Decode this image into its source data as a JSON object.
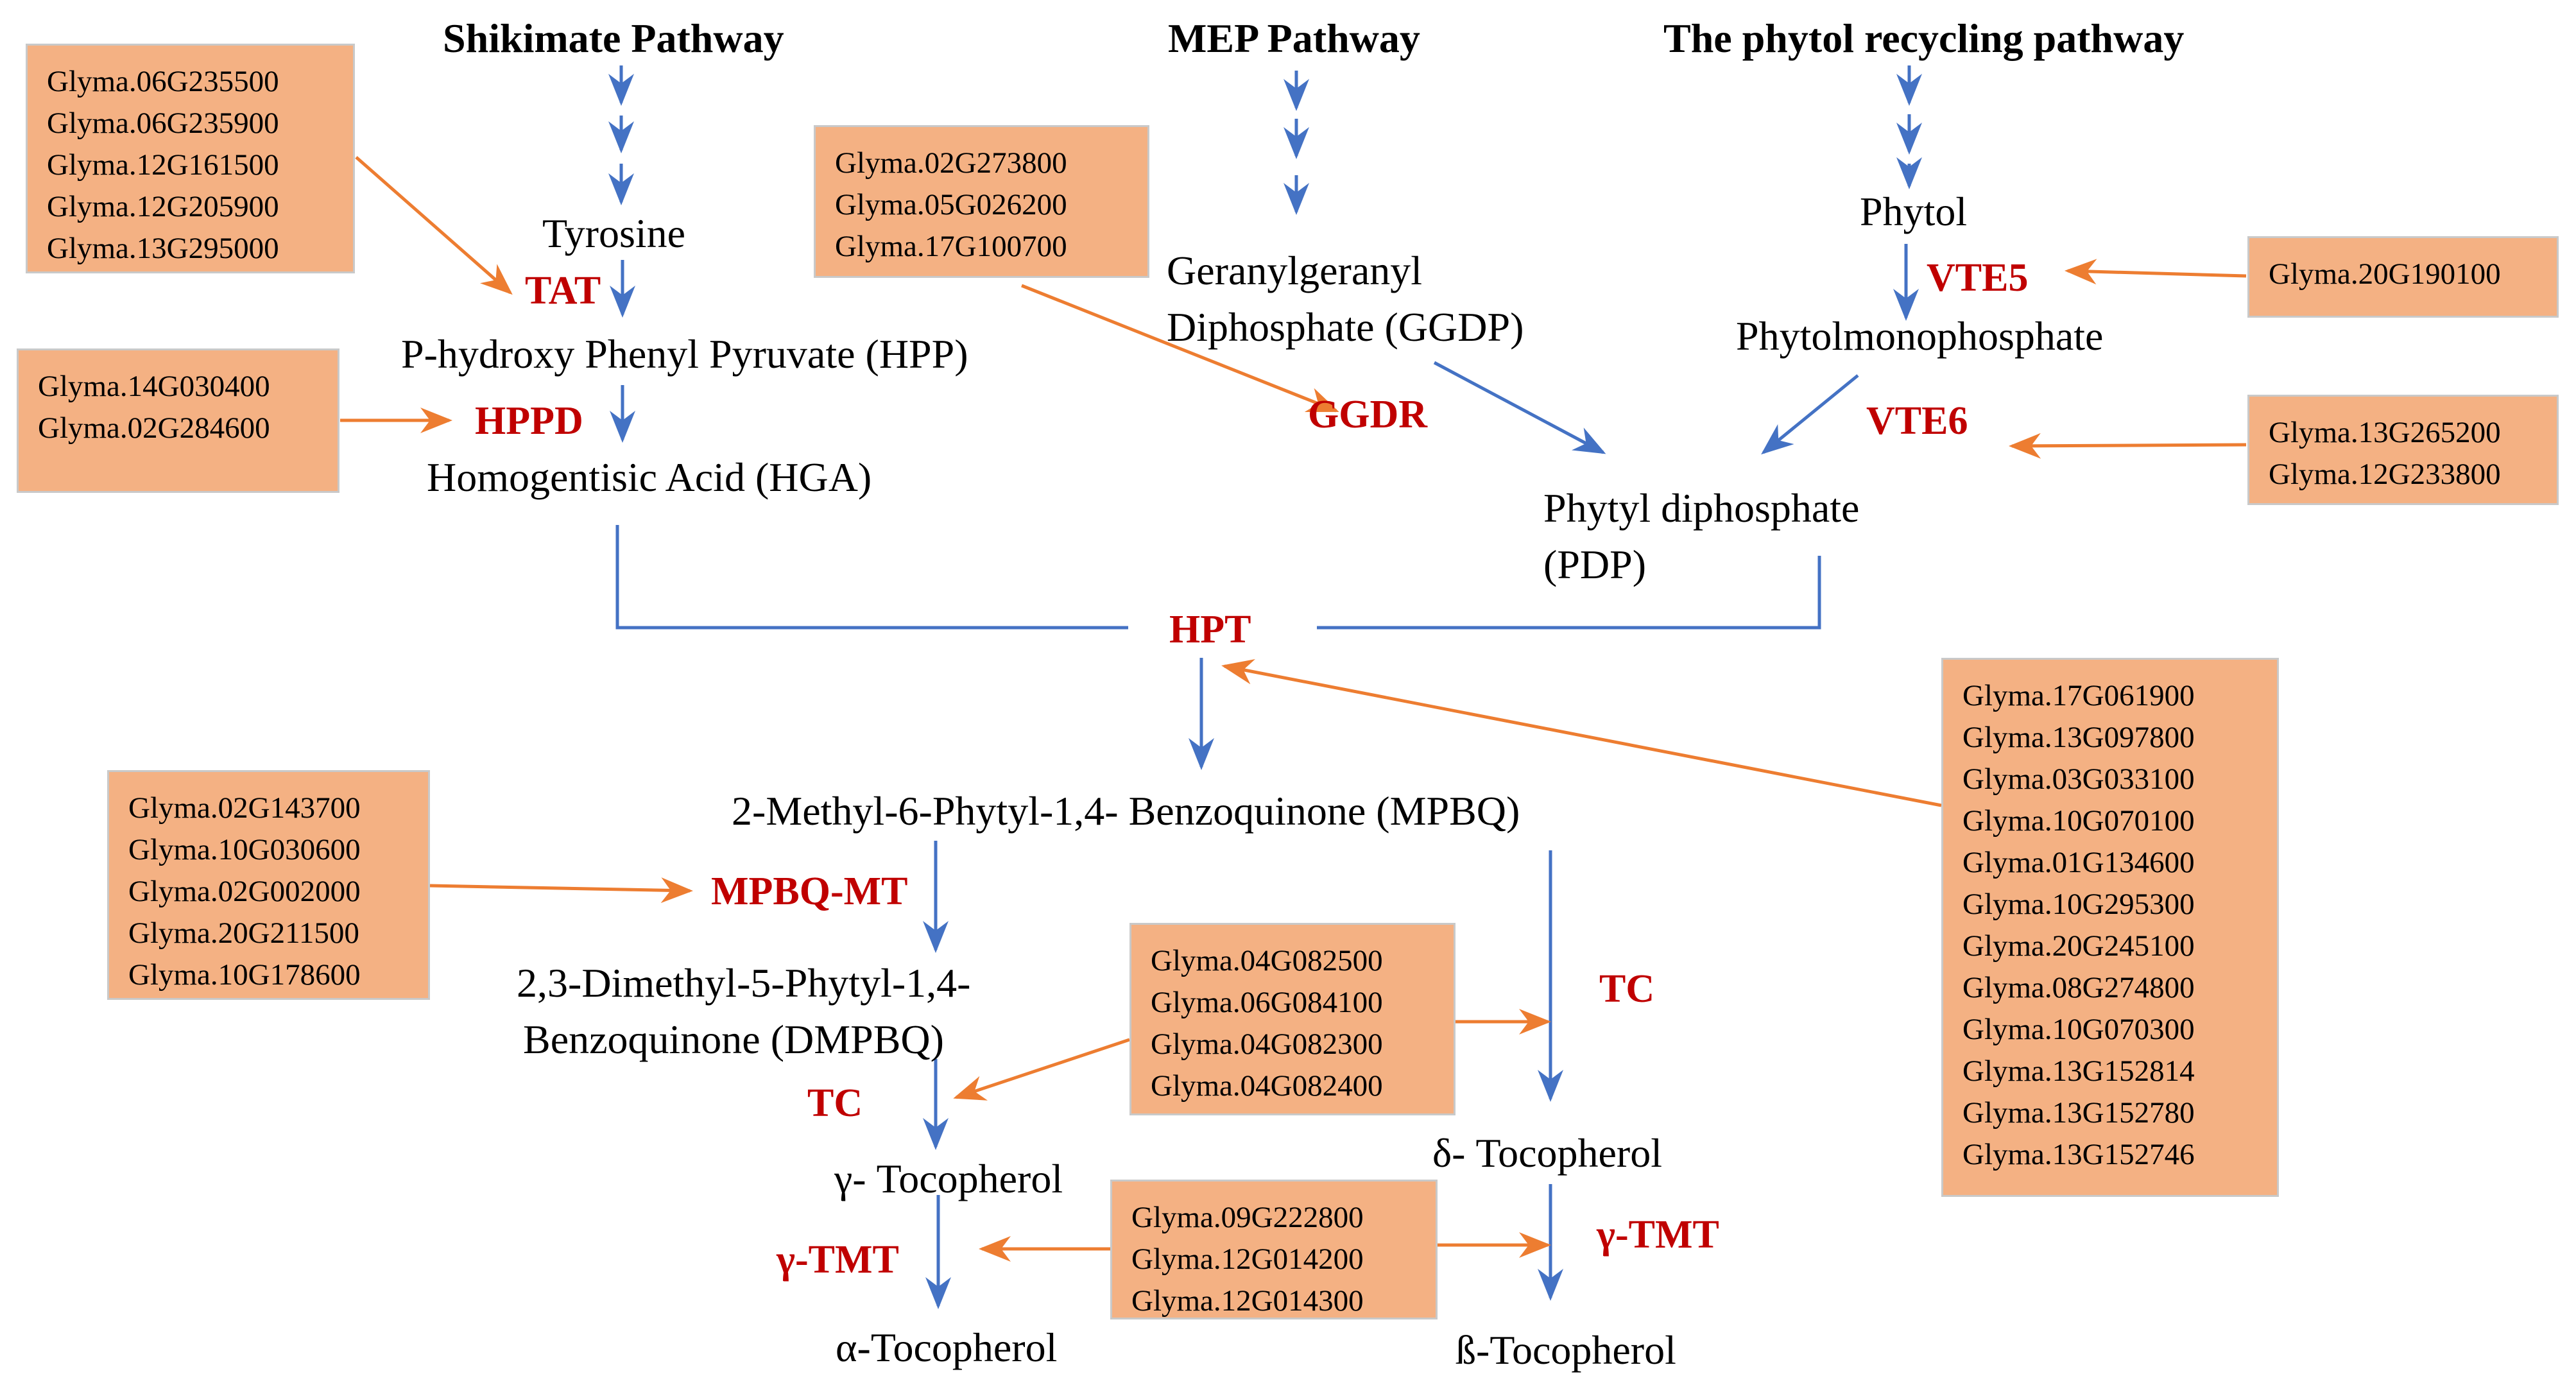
{
  "colors": {
    "enzyme": "#C00000",
    "flow_arrow": "#4472C4",
    "gene_arrow": "#ED7D31",
    "gene_box_fill": "#F4B183",
    "gene_box_border": "#C9C9C9"
  },
  "pathways": {
    "shikimate": "Shikimate Pathway",
    "mep": "MEP Pathway",
    "phytol": "The phytol recycling pathway"
  },
  "metabolites": {
    "tyrosine": "Tyrosine",
    "hpp": "P-hydroxy Phenyl Pyruvate (HPP)",
    "hga": "Homogentisic Acid (HGA)",
    "ggdp_1": "Geranylgeranyl",
    "ggdp_2": "Diphosphate (GGDP)",
    "phytol": "Phytol",
    "phytol_mp": "Phytolmonophosphate",
    "pdp_1": "Phytyl diphosphate",
    "pdp_2": "(PDP)",
    "mpbq": "2-Methyl-6-Phytyl-1,4- Benzoquinone (MPBQ)",
    "dmpbq_1": "2,3-Dimethyl-5-Phytyl-1,4-",
    "dmpbq_2": "Benzoquinone (DMPBQ)",
    "gamma_toc": "γ- Tocopherol",
    "delta_toc": "δ- Tocopherol",
    "alpha_toc": "α-Tocopherol",
    "beta_toc": "ß-Tocopherol"
  },
  "enzymes": {
    "tat": "TAT",
    "hppd": "HPPD",
    "ggdr": "GGDR",
    "vte5": "VTE5",
    "vte6": "VTE6",
    "hpt": "HPT",
    "mpbq_mt": "MPBQ-MT",
    "tc_left": "TC",
    "tc_right": "TC",
    "gtmt_left": "γ-TMT",
    "gtmt_right": "γ-TMT"
  },
  "gene_groups": {
    "tat": [
      "Glyma.06G235500",
      "Glyma.06G235900",
      "Glyma.12G161500",
      "Glyma.12G205900",
      "Glyma.13G295000"
    ],
    "hppd": [
      "Glyma.14G030400",
      "Glyma.02G284600"
    ],
    "ggdr": [
      "Glyma.02G273800",
      "Glyma.05G026200",
      "Glyma.17G100700"
    ],
    "vte5": [
      "Glyma.20G190100"
    ],
    "vte6": [
      "Glyma.13G265200",
      "Glyma.12G233800"
    ],
    "hpt": [
      "Glyma.17G061900",
      "Glyma.13G097800",
      "Glyma.03G033100",
      "Glyma.10G070100",
      "Glyma.01G134600",
      "Glyma.10G295300",
      "Glyma.20G245100",
      "Glyma.08G274800",
      "Glyma.10G070300",
      "Glyma.13G152814",
      "Glyma.13G152780",
      "Glyma.13G152746"
    ],
    "mpbq_mt": [
      "Glyma.02G143700",
      "Glyma.10G030600",
      "Glyma.02G002000",
      "Glyma.20G211500",
      "Glyma.10G178600"
    ],
    "tc": [
      "Glyma.04G082500",
      "Glyma.06G084100",
      "Glyma.04G082300",
      "Glyma.04G082400"
    ],
    "gtmt": [
      "Glyma.09G222800",
      "Glyma.12G014200",
      "Glyma.12G014300"
    ]
  }
}
